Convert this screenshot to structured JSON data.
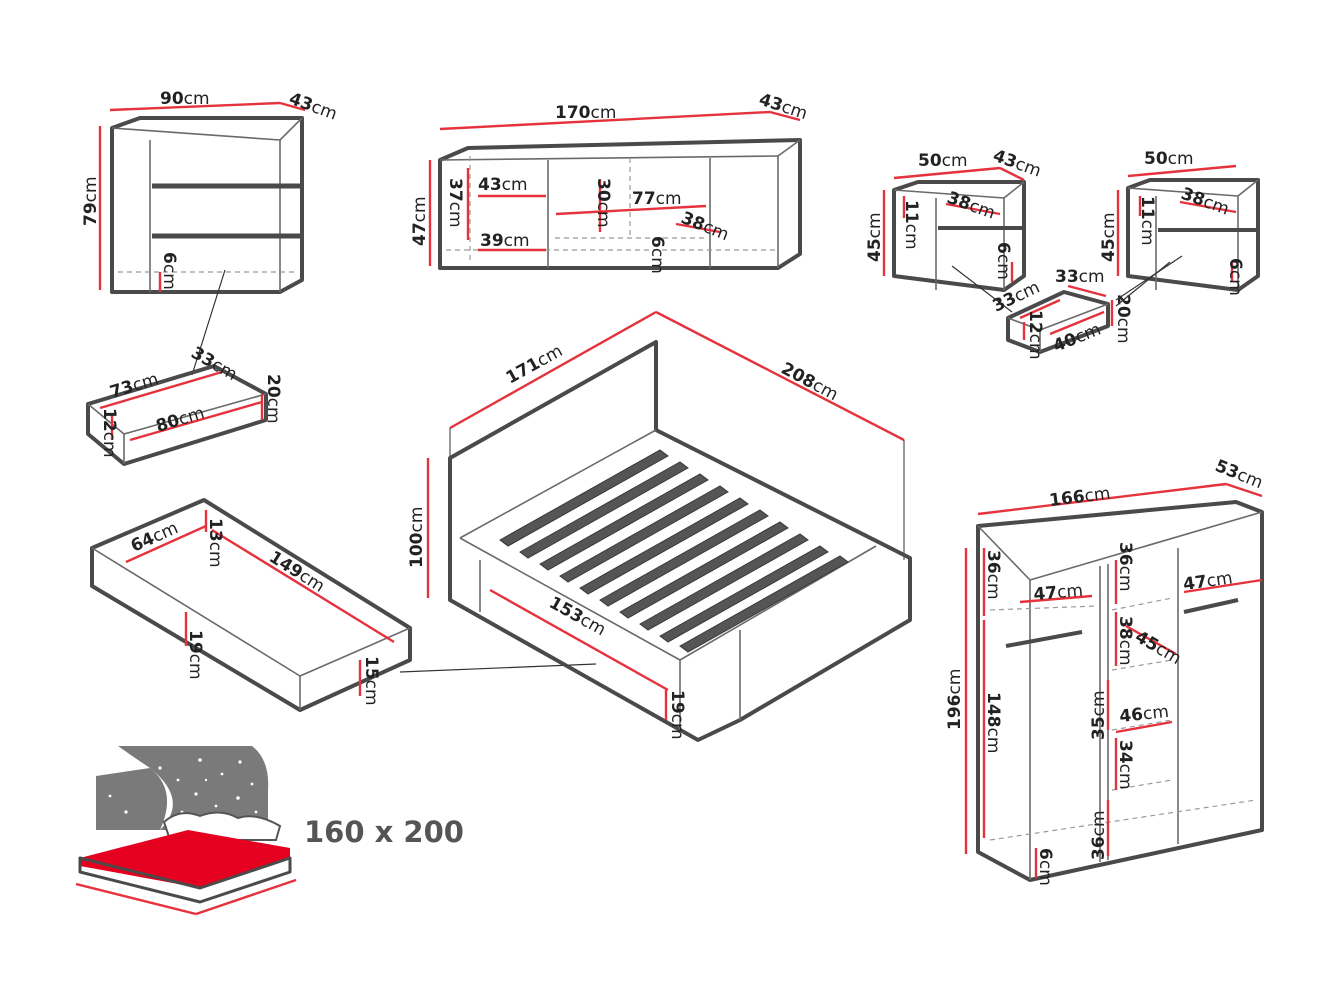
{
  "colors": {
    "outline": "#4a4a4a",
    "dimension_line": "#e5323d",
    "text": "#222222",
    "mattress_red": "#e5001f",
    "night_sky": "#7a7a7a"
  },
  "unit": "cm",
  "chest": {
    "width": "90",
    "depth": "43",
    "height": "79",
    "plinth": "6"
  },
  "chest_drawer": {
    "outer_width": "80",
    "inner_width": "73",
    "depth": "33",
    "height": "20",
    "inner_height": "12"
  },
  "tv_unit": {
    "width": "170",
    "depth": "43",
    "height": "47",
    "inner_height": "37",
    "compartment_width": "43",
    "lower_width": "39",
    "middle_height": "30",
    "middle_width": "77",
    "inner_depth": "38",
    "plinth": "6"
  },
  "nightstand_left": {
    "width": "50",
    "depth": "43",
    "height": "45",
    "top_opening": "11",
    "shelf_depth": "38",
    "plinth": "6"
  },
  "nightstand_drawer": {
    "width": "33",
    "depth": "33",
    "height": "20",
    "inner_height": "12",
    "length": "40"
  },
  "nightstand_right": {
    "width": "50",
    "height": "45",
    "top_opening": "11",
    "shelf_depth": "38",
    "plinth": "6"
  },
  "bed_drawer": {
    "width": "64",
    "length": "149",
    "height": "19",
    "top": "13",
    "front": "15"
  },
  "bed": {
    "width": "171",
    "length": "208",
    "headboard_height": "100",
    "drawer_width": "153",
    "side_height": "19"
  },
  "wardrobe": {
    "width": "166",
    "depth": "53",
    "height": "196",
    "top_left": "36",
    "top_middle": "36",
    "rail_left": "47",
    "rail_right": "47",
    "hanging_height": "148",
    "shelf_1": "38",
    "shelf_depth": "45",
    "shelf_2": "35",
    "shelf_width": "46",
    "shelf_3": "34",
    "bottom_middle": "36",
    "plinth": "6"
  },
  "mattress": {
    "size_label": "160 x 200"
  }
}
